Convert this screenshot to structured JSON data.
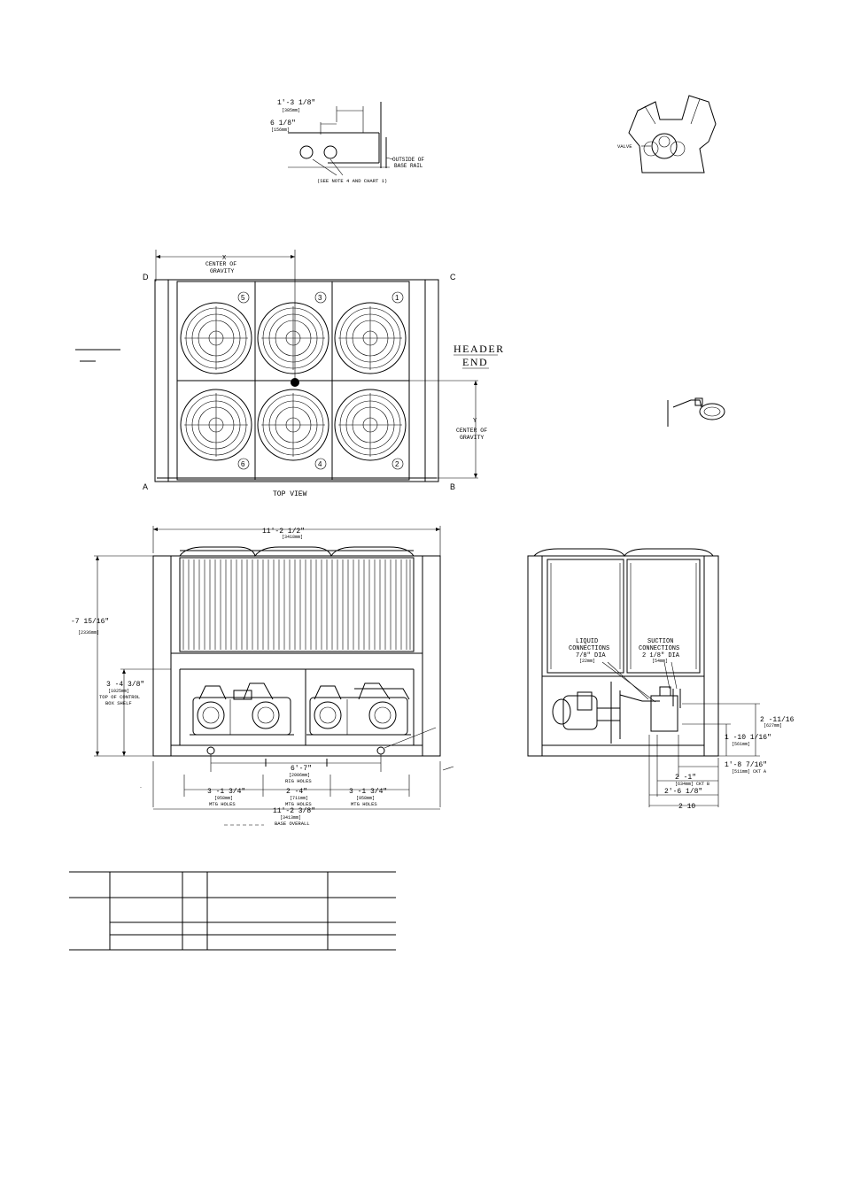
{
  "detail_top": {
    "dim_a": "1'-3 1/8\"",
    "dim_a_mm": "[385mm]",
    "dim_b": "6 1/8\"",
    "dim_b_mm": "[156mm]",
    "rail_note_1": "OUTSIDE OF",
    "rail_note_2": "BASE RAIL",
    "see_note": "(SEE NOTE 4 AND CHART 1)"
  },
  "valve_detail": {
    "label": "VALVE"
  },
  "top_view": {
    "x_label": "X",
    "cog_x_1": "CENTER OF",
    "cog_x_2": "GRAVITY",
    "corner_a": "A",
    "corner_b": "B",
    "corner_c": "C",
    "corner_d": "D",
    "header_1": "HEADER",
    "header_2": "END",
    "y_label": "Y",
    "cog_y_1": "CENTER OF",
    "cog_y_2": "GRAVITY",
    "title": "TOP VIEW",
    "fans": [
      "5",
      "3",
      "1",
      "6",
      "4",
      "2"
    ]
  },
  "front_view": {
    "width": "11'-2 1/2\"",
    "width_mm": "[3418mm]",
    "height": "-7 15/16\"",
    "height_mm": "[2336mm]",
    "shelf": "3 -4 3/8\"",
    "shelf_mm": "[1025mm]",
    "shelf_note_1": "TOP OF CONTROL",
    "shelf_note_2": "BOX SHELF",
    "rig": "6'-7\"",
    "rig_mm": "[2006mm]",
    "rig_note": "RIG HOLES",
    "mtg_left": "3 -1 3/4\"",
    "mtg_left_mm": "[958mm]",
    "mtg_left_note": "MTG  HOLES",
    "mtg_mid": "2 -4\"",
    "mtg_mid_mm": "[711mm]",
    "mtg_mid_note": "MTG  HOLES",
    "mtg_right": "3 -1 3/4\"",
    "mtg_right_mm": "[958mm]",
    "mtg_right_note": "MTG  HOLES",
    "base": "11'-2 3/8\"",
    "base_mm": "[3413mm]",
    "base_note": "BASE OVERALL"
  },
  "end_view": {
    "liquid_1": "LIQUID",
    "liquid_2": "CONNECTIONS",
    "liquid_3": "7/8\" DIA",
    "liquid_mm": "[22mm]",
    "suction_1": "SUCTION",
    "suction_2": "CONNECTIONS",
    "suction_3": "2 1/8\" DIA",
    "suction_mm": "[54mm]",
    "d1": "2 -11/16",
    "d1_mm": "[627mm]",
    "d2": "1 -10 1/16\"",
    "d2_mm": "[561mm]",
    "d3": "1'-8 7/16\"",
    "d3_mm": "[511mm] CKT A",
    "d4": "2 -1\"",
    "d4_mm": "[634mm] CKT B",
    "d5": "2'-6 1/8\"",
    "d6": "2  10"
  }
}
